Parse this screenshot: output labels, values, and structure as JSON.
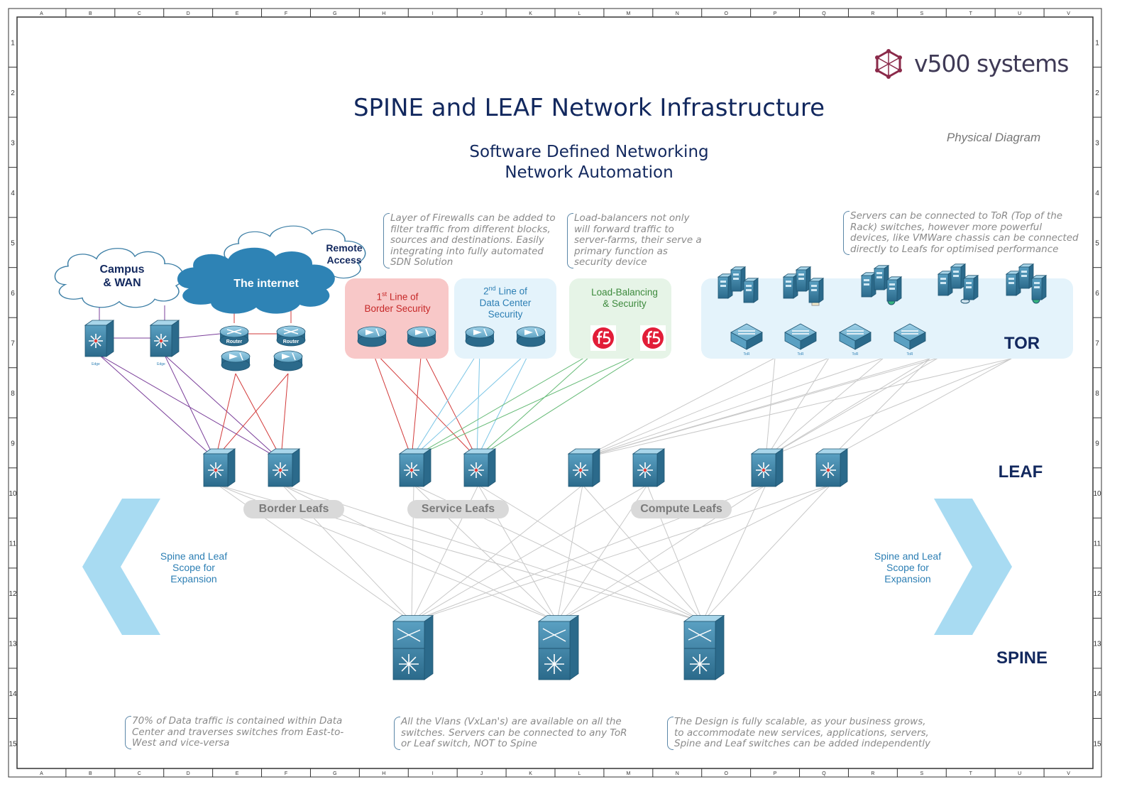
{
  "title": "SPINE and LEAF Network Infrastructure",
  "subtitle_line1": "Software Defined Networking",
  "subtitle_line2": "Network Automation",
  "diagram_type": "Physical Diagram",
  "brand": {
    "name": "v500 systems",
    "logo_icon": "hexagon-cube-icon",
    "color": "#8b2a4a"
  },
  "border_columns": [
    "A",
    "B",
    "C",
    "D",
    "E",
    "F",
    "G",
    "H",
    "I",
    "J",
    "K",
    "L",
    "M",
    "N",
    "O",
    "P",
    "Q",
    "R",
    "S",
    "T",
    "U",
    "V"
  ],
  "border_rows": [
    "1",
    "2",
    "3",
    "4",
    "5",
    "6",
    "7",
    "8",
    "9",
    "10",
    "11",
    "12",
    "13",
    "14",
    "15"
  ],
  "clouds": {
    "campus": {
      "line1": "Campus",
      "line2": "& WAN"
    },
    "internet": "The internet",
    "remote": {
      "line1": "Remote",
      "line2": "Access"
    }
  },
  "device_labels": {
    "router": "Router",
    "edge": "Edge",
    "tor": "ToR"
  },
  "groups": {
    "border_security": {
      "prefix": "1",
      "sup": "st",
      "rest": " Line of",
      "line2": "Border Security",
      "color": "#f8c8c8"
    },
    "dc_security": {
      "prefix": "2",
      "sup": "nd",
      "rest": " Line of",
      "line2": "Data Center",
      "line3": "Security",
      "color": "#e4f3fb"
    },
    "load_balancing": {
      "line1": "Load-Balancing",
      "line2": "& Security",
      "color": "#e6f4e7"
    },
    "tor_label": "TOR"
  },
  "notes": {
    "firewalls": [
      "Layer of Firewalls can be added to",
      "filter traffic from different blocks,",
      "sources and destinations. Easily",
      "integrating into fully automated",
      "SDN Solution"
    ],
    "load_balancers": [
      "Load-balancers not only",
      "will forward traffic to",
      "server-farms, their serve a",
      "primary function as",
      "security device"
    ],
    "servers": [
      "Servers can be connected to ToR (Top of the",
      "Rack) switches, however more powerful",
      "devices, like VMWare chassis can be connected",
      "directly to Leafs for optimised performance"
    ],
    "traffic": [
      "70% of Data traffic is contained within Data",
      "Center and traverses switches from East-to-",
      "West and vice-versa"
    ],
    "vlans": [
      "All the Vlans (VxLan's) are available on all the",
      "switches. Servers can be connected to any ToR",
      "or Leaf switch, NOT to Spine"
    ],
    "scalable": [
      "The Design is fully scalable, as your business grows,",
      "to accommodate new services, applications, servers,",
      "Spine and Leaf switches can be added independently"
    ]
  },
  "layers": {
    "leaf": "LEAF",
    "spine": "SPINE"
  },
  "leaf_groups": {
    "border": "Border Leafs",
    "service": "Service Leafs",
    "compute": "Compute Leafs"
  },
  "expansion": {
    "line1": "Spine and Leaf",
    "line2": "Scope for",
    "line3": "Expansion"
  },
  "colors": {
    "accent": "#12285e",
    "device_dark": "#2e6e8e",
    "device_light": "#6fb0cf",
    "link_purple": "#7b3f9a",
    "link_red": "#d23a3a",
    "link_blue": "#7cc6e6",
    "link_green": "#66bb77",
    "link_gray": "#c8c8c8",
    "chevron": "#a8dbf2"
  }
}
